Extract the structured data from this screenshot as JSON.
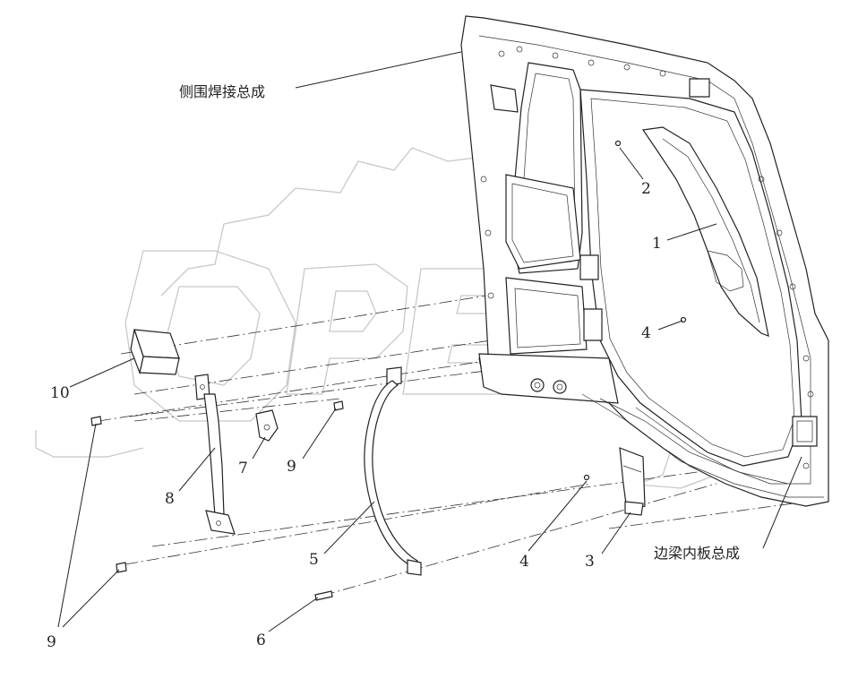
{
  "labels": {
    "side_frame": "侧围焊接总成",
    "sill_inner": "边梁内板总成",
    "n1": "1",
    "n2": "2",
    "n3": "3",
    "n4a": "4",
    "n4b": "4",
    "n5": "5",
    "n6": "6",
    "n7": "7",
    "n8": "8",
    "n9a": "9",
    "n9b": "9",
    "n10": "10"
  },
  "watermark": "OPEX"
}
